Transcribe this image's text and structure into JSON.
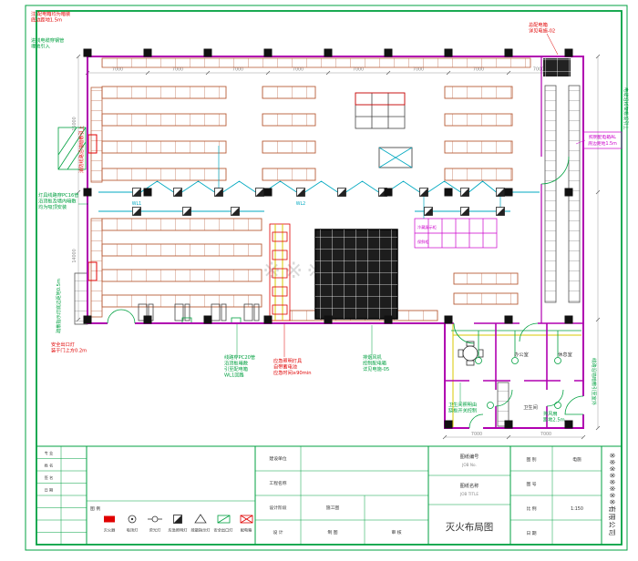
{
  "ann": {
    "tl_red": [
      "注:配电箱均为暗装",
      "底边距地1.5m"
    ],
    "tl_green": [
      "进线电缆穿钢管",
      "埋地引入"
    ],
    "left_red_vert": "消防线路沿墙暗敷引上",
    "left_green": [
      "灯具线路穿PC16管",
      "沿顶板及墙内暗敷",
      "均为吸顶安装"
    ],
    "left_green_vert": "疏散指示灯底边距地0.5m",
    "left_red_bottom": [
      "安全出口灯",
      "装于门上方0.2m"
    ],
    "tr_red": [
      "总配电箱",
      "详见电施-02"
    ],
    "right_green_vert": "电缆沿桥架敷设引上",
    "right_magenta": [
      "照明配电箱AL",
      "底边距地1.5m"
    ],
    "right_green_low_vert": "线路沿墙暗敷引至室外",
    "bc_green1": [
      "线路穿PC20管",
      "沿顶板暗敷",
      "引至配电箱",
      "WL1回路"
    ],
    "bc_red": [
      "应急照明灯具",
      "自带蓄电池",
      "应急时间≥90min"
    ],
    "bc_green2": [
      "排烟风机",
      "控制配电箱",
      "详见电施-05"
    ],
    "br_green1": [
      "卫生间照明由",
      "跷板开关控制"
    ],
    "br_green2": [
      "排风扇",
      "距地2.5m"
    ],
    "wl1": "WL1",
    "wl2": "WL2",
    "counter1": "冷藏展示柜",
    "counter2": "保鲜柜",
    "room1": "办公室",
    "room2": "休息室",
    "room3": "卫生间",
    "watermark": "※※※※※"
  },
  "dims": {
    "top": [
      "7000",
      "7000",
      "7000",
      "7000",
      "7000",
      "7000",
      "7000",
      "7000"
    ],
    "left": [
      "15000",
      "14000"
    ],
    "bottom_right": [
      "7000",
      "7000"
    ]
  },
  "legend": {
    "title": "图 例",
    "labels": [
      "灭火器",
      "吸顶灯",
      "荧光灯",
      "应急照明灯",
      "疏散指示灯",
      "安全出口灯",
      "配电箱"
    ]
  },
  "titleblock": {
    "sign_rows": [
      "专 业",
      "姓 名",
      "签 名",
      "日 期"
    ],
    "owner_label": "建设单位",
    "project_label": "工程名称",
    "stage_label": "设计阶段",
    "stage_value": "施工图",
    "design_label": "设 计",
    "draw_label": "制 图",
    "check_label": "审 核",
    "job_no_label_cn": "图纸编号",
    "job_no_label_en": "JOB No.",
    "job_title_label_cn": "图纸名称",
    "job_title_label_en": "JOB TITLE",
    "drawing_title": "灭火布局图",
    "type_label": "图 别",
    "type_value": "电施",
    "no_label": "图 号",
    "no_value": "",
    "scale_label": "比 例",
    "scale_value": "1:150",
    "date_label": "日 期",
    "date_value": "",
    "company": "※※※※※※※※有限公司"
  }
}
